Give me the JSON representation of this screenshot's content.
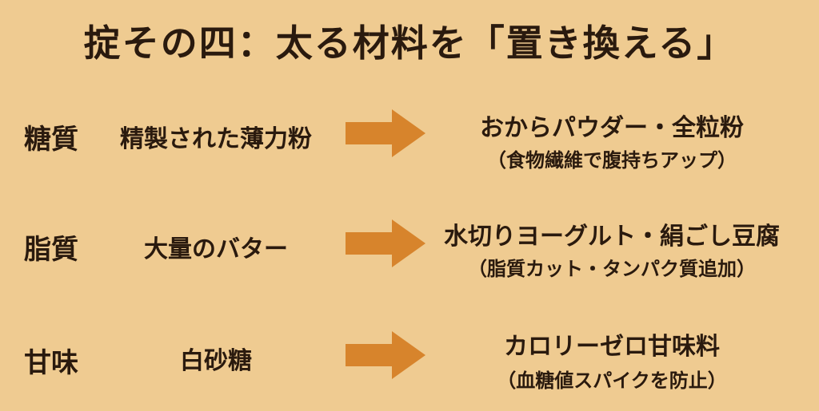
{
  "title": "掟その四：太る材料を「置き換える」",
  "colors": {
    "background": "#EFCB91",
    "arrow": "#D7842C",
    "text": "#2A1A0E"
  },
  "rows": [
    {
      "category": "糖質",
      "from": "精製された薄力粉",
      "to": "おからパウダー・全粒粉",
      "note": "（食物繊維で腹持ちアップ）"
    },
    {
      "category": "脂質",
      "from": "大量のバター",
      "to": "水切りヨーグルト・絹ごし豆腐",
      "note": "（脂質カット・タンパク質追加）"
    },
    {
      "category": "甘味",
      "from": "白砂糖",
      "to": "カロリーゼロ甘味料",
      "note": "（血糖値スパイクを防止）"
    }
  ]
}
